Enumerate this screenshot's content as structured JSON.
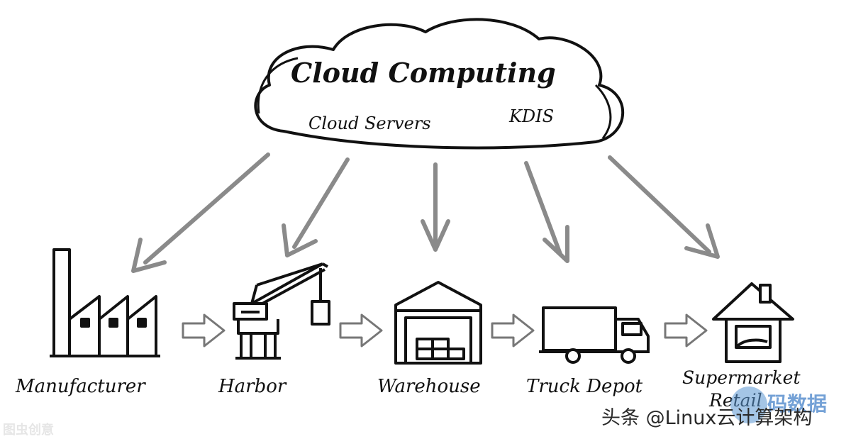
{
  "cloud": {
    "title": "Cloud Computing",
    "items": [
      "Cloud Servers",
      "KDIS"
    ]
  },
  "nodes": [
    {
      "label": "Manufacturer"
    },
    {
      "label": "Harbor"
    },
    {
      "label": "Warehouse"
    },
    {
      "label": "Truck Depot"
    },
    {
      "label": "Supermarket",
      "label2": "Retail"
    }
  ],
  "watermarks": {
    "left": "图虫创意",
    "right": "头条 @Linux云计算架构",
    "logo_text": "码数据"
  },
  "colors": {
    "line": "#111111",
    "arrow": "#8a8a8a",
    "small_arrow": "#777777"
  }
}
